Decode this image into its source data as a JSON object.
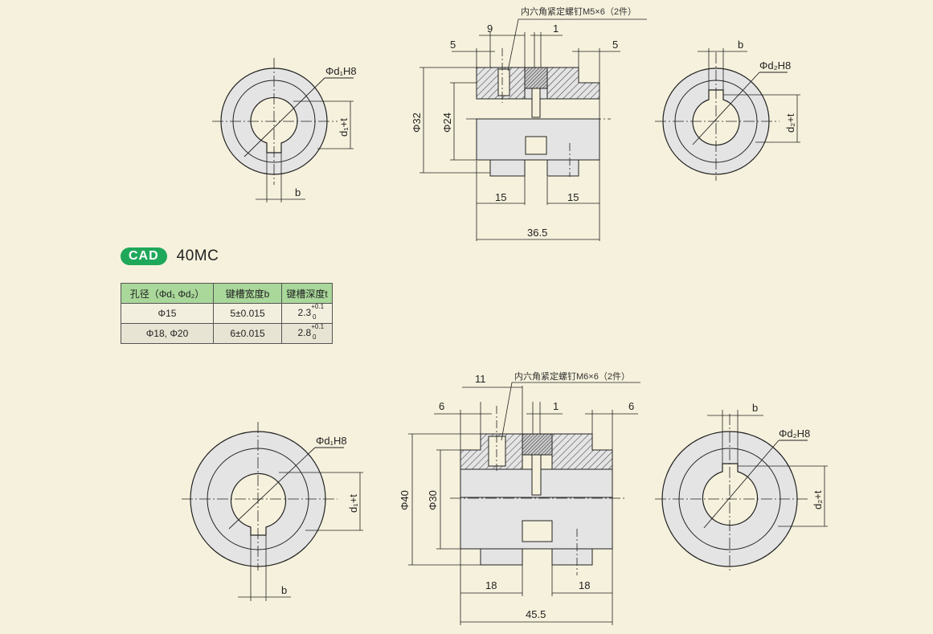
{
  "top": {
    "screw_note": "内六角紧定螺钉M5×6（2件）",
    "dims": {
      "d9": "9",
      "d5a": "5",
      "d1": "1",
      "d5b": "5",
      "od": "Φ32",
      "id": "Φ24",
      "w1": "15",
      "w2": "15",
      "total": "36.5"
    },
    "left_bore": "Φd₁H8",
    "left_depth": "d₁+t",
    "left_key": "b",
    "right_bore": "Φd₂H8",
    "right_depth": "d₂+t",
    "right_key": "b"
  },
  "cad": {
    "badge": "CAD",
    "model": "40MC"
  },
  "table": {
    "headers": [
      "孔径（Φd₁ Φd₂）",
      "键槽宽度b",
      "键槽深度t"
    ],
    "rows": [
      {
        "bore": "Φ15",
        "width": "5±0.015",
        "depth": "2.3",
        "tol_upper": "+0.1",
        "tol_lower": "0"
      },
      {
        "bore": "Φ18, Φ20",
        "width": "6±0.015",
        "depth": "2.8",
        "tol_upper": "+0.1",
        "tol_lower": "0"
      }
    ]
  },
  "bottom": {
    "screw_note": "内六角紧定螺钉M6×6（2件）",
    "dims": {
      "d11": "11",
      "d6a": "6",
      "d1": "1",
      "d6b": "6",
      "od": "Φ40",
      "id": "Φ30",
      "w1": "18",
      "w2": "18",
      "total": "45.5"
    },
    "left_bore": "Φd₁H8",
    "left_depth": "d₁+t",
    "left_key": "b",
    "right_bore": "Φd₂H8",
    "right_depth": "d₂+t",
    "right_key": "b"
  },
  "colors": {
    "background": "#f6f1dc",
    "part_fill": "#e4e4e4",
    "badge": "#1fa85a",
    "table_header": "#a9d89a"
  }
}
